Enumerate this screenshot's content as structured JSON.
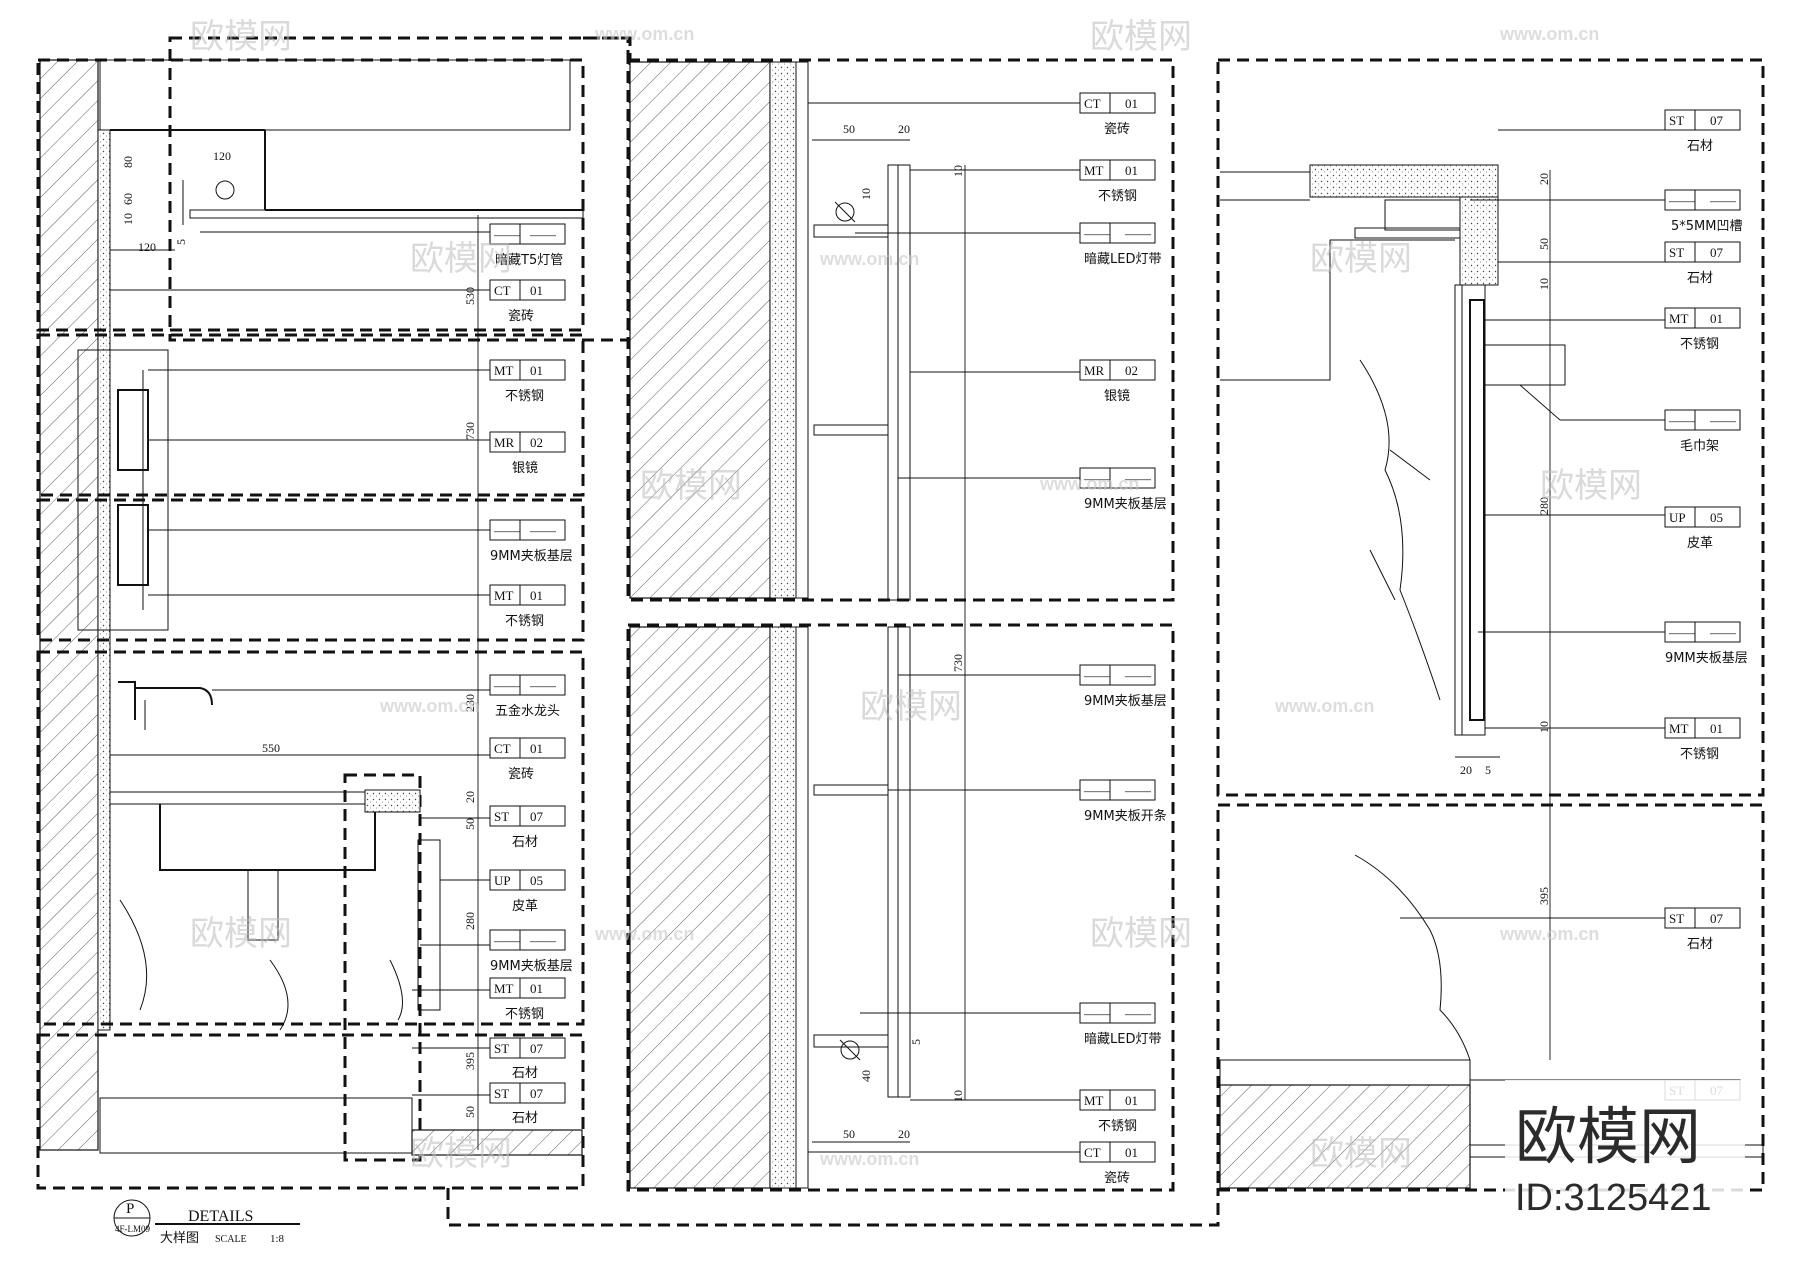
{
  "drawing": {
    "title_block": {
      "symbol": "P",
      "sheet_ref": "4F-LM09",
      "title_en": "DETAILS",
      "title_zh": "大样图",
      "scale_label": "SCALE",
      "scale_value": "1:8"
    },
    "panels": [
      {
        "id": "left",
        "callouts": [
          {
            "code": "——",
            "num": "——",
            "desc": "暗藏T5灯管"
          },
          {
            "code": "CT",
            "num": "01",
            "desc": "瓷砖"
          },
          {
            "code": "MT",
            "num": "01",
            "desc": "不锈钢"
          },
          {
            "code": "MR",
            "num": "02",
            "desc": "银镜"
          },
          {
            "code": "——",
            "num": "——",
            "desc": "9MM夹板基层"
          },
          {
            "code": "MT",
            "num": "01",
            "desc": "不锈钢"
          },
          {
            "code": "——",
            "num": "——",
            "desc": "五金水龙头"
          },
          {
            "code": "CT",
            "num": "01",
            "desc": "瓷砖"
          },
          {
            "code": "ST",
            "num": "07",
            "desc": "石材"
          },
          {
            "code": "UP",
            "num": "05",
            "desc": "皮革"
          },
          {
            "code": "——",
            "num": "——",
            "desc": "9MM夹板基层"
          },
          {
            "code": "MT",
            "num": "01",
            "desc": "不锈钢"
          },
          {
            "code": "ST",
            "num": "07",
            "desc": "石材"
          },
          {
            "code": "ST",
            "num": "07",
            "desc": "石材"
          }
        ],
        "dimensions": [
          "120",
          "80",
          "60",
          "10",
          "120",
          "5",
          "530",
          "730",
          "230",
          "550",
          "20",
          "50",
          "280",
          "395",
          "50"
        ]
      },
      {
        "id": "middle-top",
        "callouts": [
          {
            "code": "CT",
            "num": "01",
            "desc": "瓷砖"
          },
          {
            "code": "MT",
            "num": "01",
            "desc": "不锈钢"
          },
          {
            "code": "——",
            "num": "——",
            "desc": "暗藏LED灯带"
          },
          {
            "code": "MR",
            "num": "02",
            "desc": "银镜"
          },
          {
            "code": "——",
            "num": "——",
            "desc": "9MM夹板基层"
          }
        ],
        "dimensions": [
          "50",
          "20",
          "10",
          "10"
        ]
      },
      {
        "id": "middle-bottom",
        "callouts": [
          {
            "code": "——",
            "num": "——",
            "desc": "9MM夹板基层"
          },
          {
            "code": "——",
            "num": "——",
            "desc": "9MM夹板开条"
          },
          {
            "code": "——",
            "num": "——",
            "desc": "暗藏LED灯带"
          },
          {
            "code": "MT",
            "num": "01",
            "desc": "不锈钢"
          },
          {
            "code": "CT",
            "num": "01",
            "desc": "瓷砖"
          }
        ],
        "dimensions": [
          "730",
          "5",
          "40",
          "10",
          "50",
          "20"
        ]
      },
      {
        "id": "right-top",
        "callouts": [
          {
            "code": "ST",
            "num": "07",
            "desc": "石材"
          },
          {
            "code": "——",
            "num": "——",
            "desc": "5*5MM凹槽"
          },
          {
            "code": "ST",
            "num": "07",
            "desc": "石材"
          },
          {
            "code": "MT",
            "num": "01",
            "desc": "不锈钢"
          },
          {
            "code": "——",
            "num": "——",
            "desc": "毛巾架"
          },
          {
            "code": "UP",
            "num": "05",
            "desc": "皮革"
          },
          {
            "code": "——",
            "num": "——",
            "desc": "9MM夹板基层"
          },
          {
            "code": "MT",
            "num": "01",
            "desc": "不锈钢"
          }
        ],
        "dimensions": [
          "20",
          "50",
          "10",
          "280",
          "10",
          "20",
          "5"
        ]
      },
      {
        "id": "right-bottom",
        "callouts": [
          {
            "code": "ST",
            "num": "07",
            "desc": "石材"
          },
          {
            "code": "ST",
            "num": "07",
            "desc": ""
          }
        ],
        "dimensions": [
          "395"
        ]
      }
    ]
  },
  "watermark": {
    "brand_zh": "欧模网",
    "url": "www.om.cn",
    "id_label": "ID:3125421"
  }
}
